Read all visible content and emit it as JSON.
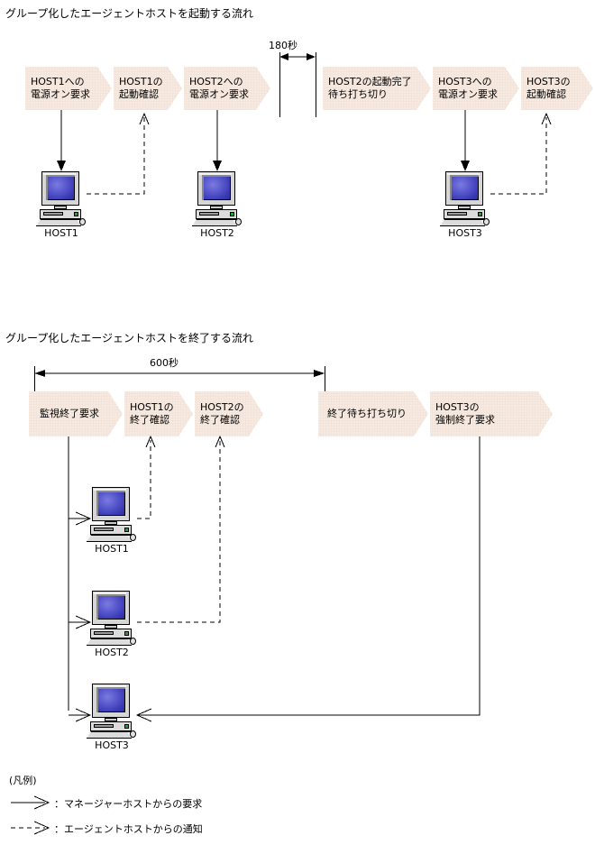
{
  "sections": [
    {
      "title": "グループ化したエージェントホストを起動する流れ",
      "duration_label": "180秒",
      "steps": [
        {
          "text": "HOST1への\n電源オン要求"
        },
        {
          "text": "HOST1の\n起動確認"
        },
        {
          "text": "HOST2への\n電源オン要求"
        },
        {
          "text": "HOST2の起動完了\n待ち打ち切り"
        },
        {
          "text": "HOST3への\n電源オン要求"
        },
        {
          "text": "HOST3の\n起動確認"
        }
      ],
      "hosts": [
        {
          "label": "HOST1"
        },
        {
          "label": "HOST2"
        },
        {
          "label": "HOST3"
        }
      ]
    },
    {
      "title": "グループ化したエージェントホストを終了する流れ",
      "duration_label": "600秒",
      "steps": [
        {
          "text": "監視終了要求"
        },
        {
          "text": "HOST1の\n終了確認"
        },
        {
          "text": "HOST2の\n終了確認"
        },
        {
          "text": "終了待ち打ち切り"
        },
        {
          "text": "HOST3の\n強制終了要求"
        }
      ],
      "hosts": [
        {
          "label": "HOST1"
        },
        {
          "label": "HOST2"
        },
        {
          "label": "HOST3"
        }
      ]
    }
  ],
  "legend": {
    "title": "(凡例)",
    "entries": [
      {
        "style": "solid",
        "text": "：マネージャーホストからの要求"
      },
      {
        "style": "dashed",
        "text": "：エージェントホストからの通知"
      }
    ]
  },
  "colors": {
    "chevron_fill": "#f3e3d8",
    "screen_blue": "#3a3ab4",
    "line": "#000000",
    "background": "#ffffff"
  }
}
